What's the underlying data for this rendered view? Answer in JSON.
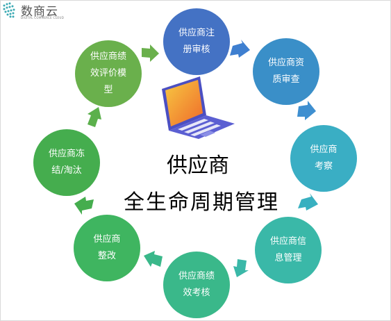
{
  "logo": {
    "name": "数商云",
    "subtitle": "DIGITAL COMMERCE CLOUD"
  },
  "center": {
    "line1": "供应商",
    "line2": "全生命周期管理"
  },
  "stages": [
    {
      "line1": "供应商注",
      "line2": "册审核",
      "color": "#4472c4"
    },
    {
      "line1": "供应商资",
      "line2": "质审查",
      "color": "#3a8fc8"
    },
    {
      "line1": "供应商",
      "line2": "考察",
      "color": "#3aaec4"
    },
    {
      "line1": "供应商信",
      "line2": "息管理",
      "color": "#3ab8a8"
    },
    {
      "line1": "供应商绩",
      "line2": "效考核",
      "color": "#3ab88a"
    },
    {
      "line1": "供应商",
      "line2": "整改",
      "color": "#3fb560"
    },
    {
      "line1": "供应商冻",
      "line2": "结/淘汰",
      "color": "#45ad4e"
    },
    {
      "line1": "供应商绩",
      "line2": "效评价模",
      "line3": "型",
      "color": "#6ab04c"
    }
  ],
  "colors": {
    "arrow_blue": "#3e7fd0",
    "arrow_teal": "#38b0c0",
    "arrow_green": "#6ab04c",
    "laptop_screen": "#f4b73a",
    "laptop_body": "#4b4fc2"
  }
}
